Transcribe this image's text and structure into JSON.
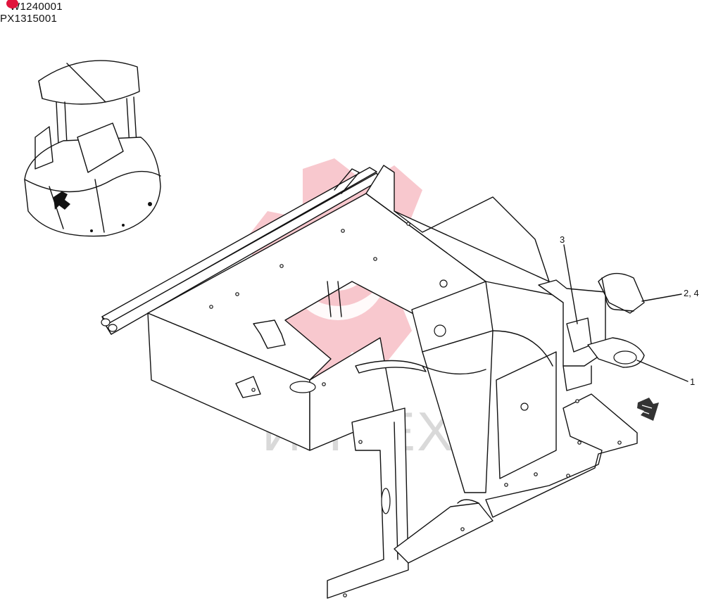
{
  "part_codes": [
    "W1240001",
    "PX1315001"
  ],
  "callouts": {
    "item_3": "3",
    "item_2_4": "2, 4",
    "item_1": "1"
  },
  "watermark": {
    "text": "ИНТЕХ",
    "color": "#f5b5bd"
  },
  "colors": {
    "line": "#111111",
    "marker": "#e0143c"
  }
}
